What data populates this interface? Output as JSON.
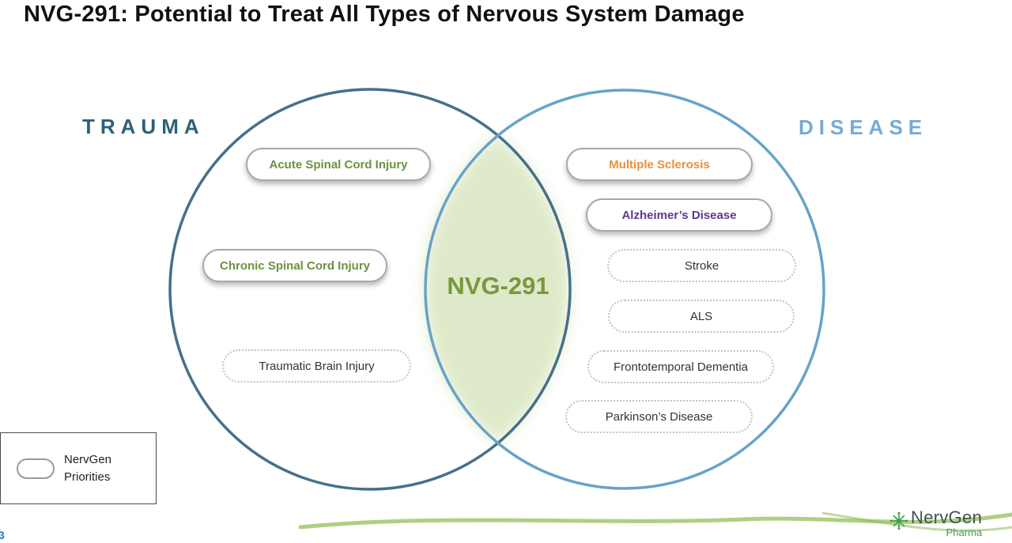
{
  "slide": {
    "title": "NVG-291: Potential to Treat All Types of Nervous System Damage",
    "page_number": "3"
  },
  "venn": {
    "trauma_label": "TRAUMA",
    "disease_label": "DISEASE",
    "center_label": "NVG-291",
    "trauma_items": [
      {
        "label": "Acute Spinal Cord Injury",
        "priority": true,
        "accent": "#6b9140"
      },
      {
        "label": "Chronic Spinal Cord Injury",
        "priority": true,
        "accent": "#6b9140"
      },
      {
        "label": "Traumatic Brain Injury",
        "priority": false,
        "accent": "#333333"
      }
    ],
    "disease_items": [
      {
        "label": "Multiple Sclerosis",
        "priority": true,
        "accent": "#e6913c"
      },
      {
        "label": "Alzheimer’s Disease",
        "priority": true,
        "accent": "#5b3a8e"
      },
      {
        "label": "Stroke",
        "priority": false,
        "accent": "#333333"
      },
      {
        "label": "ALS",
        "priority": false,
        "accent": "#333333"
      },
      {
        "label": "Frontotemporal Dementia",
        "priority": false,
        "accent": "#333333"
      },
      {
        "label": "Parkinson’s Disease",
        "priority": false,
        "accent": "#333333"
      }
    ]
  },
  "legend": {
    "label": "NervGen Priorities"
  },
  "logo": {
    "name": "NervGen",
    "tagline": "Pharma"
  },
  "colors": {
    "title": "#111111",
    "trauma-accent": "#2d6079",
    "disease-accent": "#74abd4",
    "trauma-circle": "#45708a",
    "disease-circle": "#67a3c9",
    "nvg-green": "#78983d",
    "lens-green": "#d9e6c0",
    "green-item": "#6b9140",
    "orange-item": "#e6913c",
    "purple-item": "#5b3a8e",
    "plain-item": "#333333",
    "pill-border": "#a8a8a8",
    "dotted-border": "#c2c2c2",
    "legend-border": "#4a4a4a",
    "logo-green": "#3fa047",
    "logo-text": "#3d5152",
    "swoosh": "#a6ca77",
    "page-number": "#2e74b5"
  }
}
